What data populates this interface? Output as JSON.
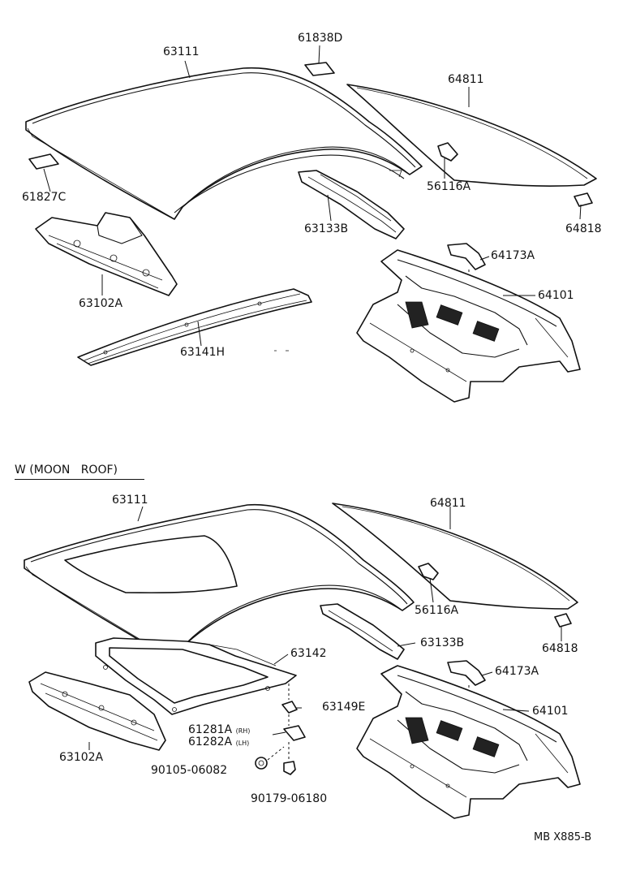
{
  "upper": {
    "labels": {
      "roof_panel": "63111",
      "roof_pad": "61838D",
      "back_window": "64811",
      "side_pad": "61827C",
      "window_clip": "56116A",
      "rail_right": "63133B",
      "window_stopper": "64818",
      "bracket": "64173A",
      "front_header": "63102A",
      "rear_panel": "64101",
      "rail_left": "63141H"
    }
  },
  "section_title": "W (MOON   ROOF)",
  "lower": {
    "labels": {
      "roof_panel": "63111",
      "back_window": "64811",
      "window_clip": "56116A",
      "rail_right": "63133B",
      "window_stopper": "64818",
      "moonroof_frame": "63142",
      "bracket": "64173A",
      "bracket_clip": "63149E",
      "rear_panel": "64101",
      "bracket_rh": "61281A",
      "bracket_rh_tag": "(RH)",
      "bracket_lh": "61282A",
      "bracket_lh_tag": "(LH)",
      "front_header": "63102A",
      "nut": "90105-06082",
      "clip": "90179-06180"
    }
  },
  "footer_code": "MB  X885-B"
}
